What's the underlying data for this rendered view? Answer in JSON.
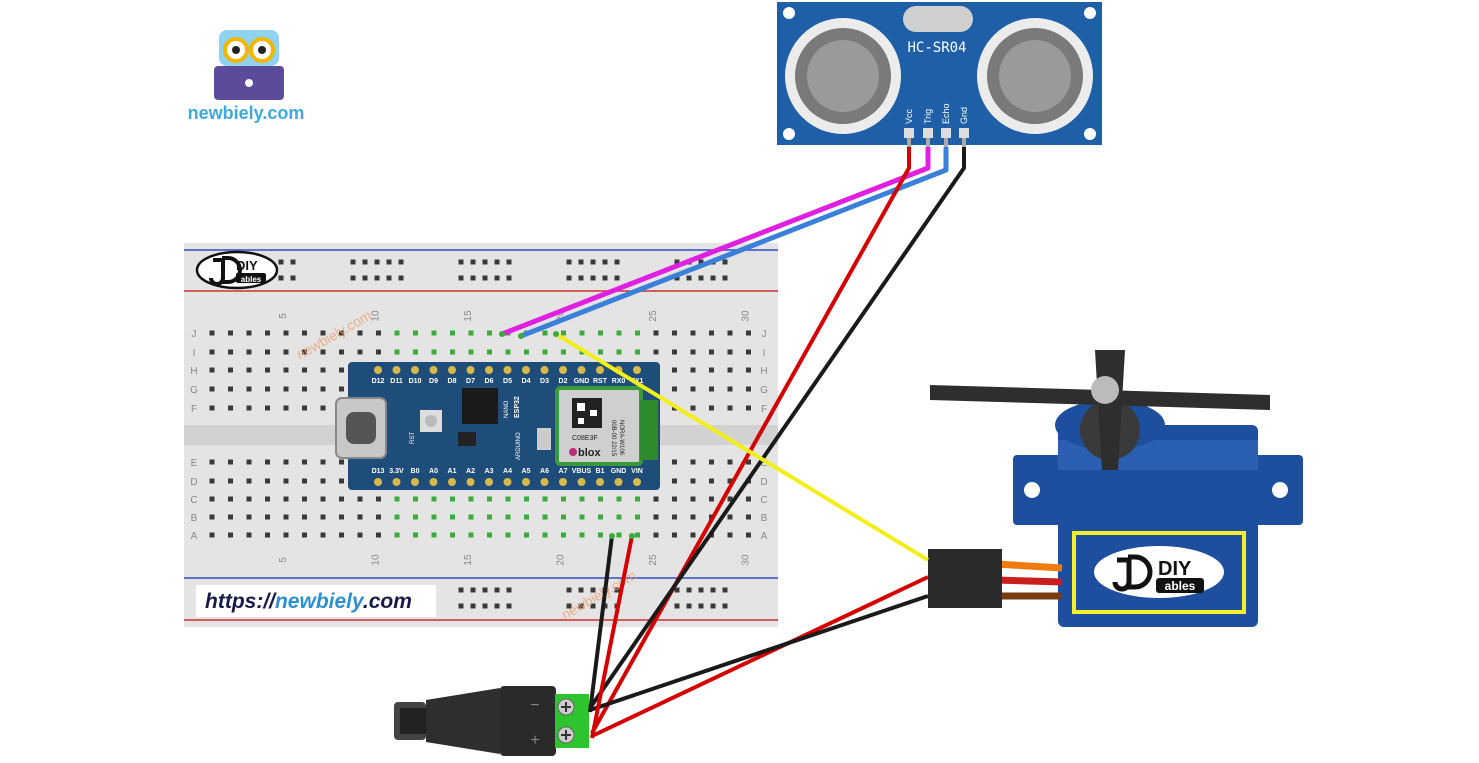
{
  "logo": {
    "site_name": "newbiely.com",
    "url_label_prefix": "https://",
    "url_label_site": "newbiely",
    "url_label_suffix": ".com",
    "diy_brand_top": "DIY",
    "diy_brand_bottom": "ables"
  },
  "breadboard": {
    "column_numbers": [
      "5",
      "10",
      "15",
      "20",
      "25",
      "30"
    ],
    "row_letters_top": [
      "J",
      "I",
      "H",
      "G",
      "F"
    ],
    "row_letters_bottom": [
      "E",
      "D",
      "C",
      "B",
      "A"
    ],
    "watermark_top": "newbiely.com",
    "watermark_bottom": "newbiely.com"
  },
  "arduino": {
    "top_pins": [
      "D12",
      "D11",
      "D10",
      "D9",
      "D8",
      "D7",
      "D6",
      "D5",
      "D4",
      "D3",
      "D2",
      "GND",
      "RST",
      "RX0",
      "TX1"
    ],
    "bottom_pins": [
      "D13",
      "3.3V",
      "B0",
      "A0",
      "A1",
      "A2",
      "A3",
      "A4",
      "A5",
      "A6",
      "A7",
      "VBUS",
      "B1",
      "GND",
      "VIN"
    ],
    "board_text_1": "NANO",
    "board_text_2": "ESP32",
    "board_text_3": "ARDUINO",
    "board_rst": "RST",
    "module_code": "C08E3F",
    "module_brand": "blox",
    "module_line1": "00B-00 22/15",
    "module_line2": "NORA-W106"
  },
  "sensor": {
    "model": "HC-SR04",
    "pins": [
      "Vcc",
      "Trig",
      "Echo",
      "Gnd"
    ]
  },
  "servo": {
    "brand_top": "DIY",
    "brand_bottom": "ables"
  },
  "power_jack": {
    "minus_symbol": "−",
    "plus_symbol": "+"
  },
  "colors": {
    "wire_red": "#d40000",
    "wire_black": "#1a1a1a",
    "wire_magenta": "#e020e0",
    "wire_blue": "#3a7fd8",
    "wire_yellow": "#f2ee1c",
    "sensor_board": "#1f5fa8",
    "servo_body": "#1e4f9e",
    "arduino_board": "#1f4d7a"
  }
}
